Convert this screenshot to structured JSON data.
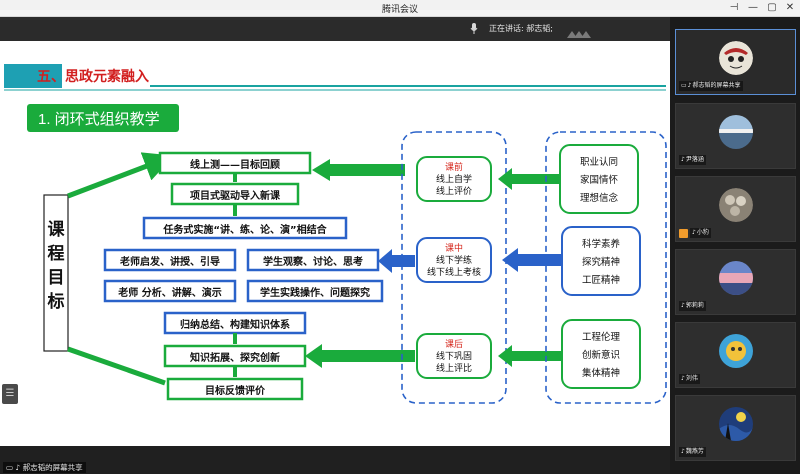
{
  "window": {
    "title": "腾讯会议",
    "controls": {
      "pin": "⊣",
      "minimize": "—",
      "maximize": "▢",
      "close": "✕"
    }
  },
  "speaking": {
    "label": "正在讲话: 郝志韬;"
  },
  "slide": {
    "heading": "五、思政元素融入",
    "subheading": "1. 闭环式组织教学",
    "vertical_title": [
      "课",
      "程",
      "目",
      "标"
    ],
    "flow": [
      "线上测——目标回顾",
      "项目式驱动导入新课",
      "任务式实施“讲、练、论、演”相结合",
      "老师启发、讲授、引导",
      "学生观察、讨论、思考",
      "老师 分析、讲解、演示",
      "学生实践操作、问题探究",
      "归纳总结、构建知识体系",
      "知识拓展、探究创新",
      "目标反馈评价"
    ],
    "stages": [
      {
        "tag": "课前",
        "lines": [
          "线上自学",
          "线上评价"
        ]
      },
      {
        "tag": "课中",
        "lines": [
          "线下学练",
          "线下线上考核"
        ]
      },
      {
        "tag": "课后",
        "lines": [
          "线下巩固",
          "线上评比"
        ]
      }
    ],
    "values": [
      [
        "职业认同",
        "家国情怀",
        "理想信念"
      ],
      [
        "科学素养",
        "探究精神",
        "工匠精神"
      ],
      [
        "工程伦理",
        "创新意识",
        "集体精神"
      ]
    ]
  },
  "share_label": "郝志韬的屏幕共享",
  "participants": [
    {
      "name": "郝志韬的屏幕共享",
      "active": true
    },
    {
      "name": "尹落涵"
    },
    {
      "name": "小豹"
    },
    {
      "name": "郭莉莉"
    },
    {
      "name": "刘伟"
    },
    {
      "name": "魏燕芳"
    }
  ],
  "colors": {
    "green": "#1aab3c",
    "blue_border": "#2a62c9",
    "red_text": "#d62a1f",
    "teal_line": "#19a3a0"
  }
}
